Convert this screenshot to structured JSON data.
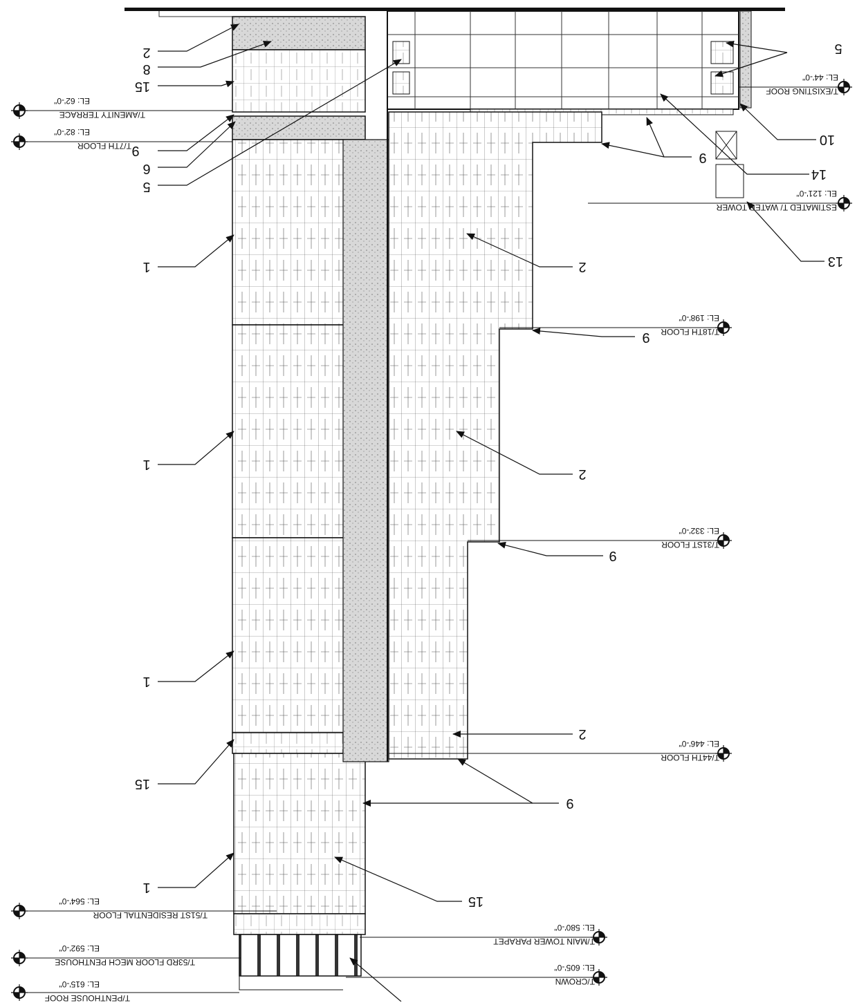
{
  "drawing": {
    "orientation_note": "",
    "colors": {
      "ink": "#111111",
      "tone": "#c8c8c8",
      "dark_tone": "#9a9a9a",
      "paper": "#ffffff"
    }
  },
  "levels": [
    {
      "id": "penthouse-roof",
      "name": "T/PENTHOUSE ROOF",
      "elevation": "EL: 615'-0\""
    },
    {
      "id": "crown",
      "name": "T/CROWN",
      "elevation": "EL: 605'-0\""
    },
    {
      "id": "53rd-mech",
      "name": "T/53RD FLOOR MECH  PENTHOUSE",
      "elevation": "EL: 592'-0\""
    },
    {
      "id": "main-parapet",
      "name": "T/MAIN TOWER PARAPET",
      "elevation": "EL: 580'-0\""
    },
    {
      "id": "51st-res",
      "name": "T/51ST RESIDENTIAL FLOOR",
      "elevation": "EL: 564'-0\""
    },
    {
      "id": "44th",
      "name": "T/44TH FLOOR",
      "elevation": "EL: 446'-0\""
    },
    {
      "id": "31st",
      "name": "T/31ST FLOOR",
      "elevation": "EL: 332'-0\""
    },
    {
      "id": "18th",
      "name": "T/18TH FLOOR",
      "elevation": "EL: 198'-0\""
    },
    {
      "id": "water-tower",
      "name": "ESTIMATED T/ WATER TOWER",
      "elevation": "EL: 121'-0\""
    },
    {
      "id": "7th",
      "name": "T/7TH FLOOR",
      "elevation": "EL: 82'-0\""
    },
    {
      "id": "amenity",
      "name": "T/AMENITY TERRACE",
      "elevation": "EL: 62'-0\""
    },
    {
      "id": "existing-roof",
      "name": "T/EXISTING ROOF",
      "elevation": "EL: 44'-0\""
    }
  ],
  "keynotes": [
    {
      "id": "k2-top",
      "label": "2"
    },
    {
      "id": "k8",
      "label": "8"
    },
    {
      "id": "k15-top",
      "label": "15"
    },
    {
      "id": "k9-a",
      "label": "9"
    },
    {
      "id": "k6",
      "label": "6"
    },
    {
      "id": "k5-left",
      "label": "5"
    },
    {
      "id": "k5-right",
      "label": "5"
    },
    {
      "id": "k10",
      "label": "10"
    },
    {
      "id": "k9-b",
      "label": "9"
    },
    {
      "id": "k14",
      "label": "14"
    },
    {
      "id": "k13",
      "label": "13"
    },
    {
      "id": "k1-a",
      "label": "1"
    },
    {
      "id": "k2-a",
      "label": "2"
    },
    {
      "id": "k9-c",
      "label": "9"
    },
    {
      "id": "k1-b",
      "label": "1"
    },
    {
      "id": "k2-b",
      "label": "2"
    },
    {
      "id": "k9-d",
      "label": "9"
    },
    {
      "id": "k1-c",
      "label": "1"
    },
    {
      "id": "k2-c",
      "label": "2"
    },
    {
      "id": "k15-mid",
      "label": "15"
    },
    {
      "id": "k9-e",
      "label": "9"
    },
    {
      "id": "k1-d",
      "label": "1"
    },
    {
      "id": "k15-low",
      "label": "15"
    }
  ]
}
